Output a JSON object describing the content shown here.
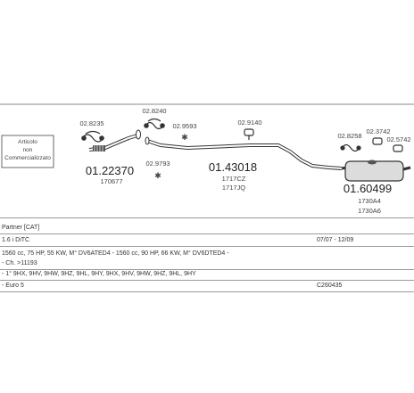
{
  "note_box": {
    "line1": "Articolo",
    "line2": "non",
    "line3": "Commercializzato"
  },
  "parts": {
    "clamp1": "02.8235",
    "pipe1_num": "01.22370",
    "pipe1_ref": "170677",
    "clamp2": "02.8240",
    "bolt1": "02.9593",
    "bolt2": "02.9793",
    "hanger1": "02.9140",
    "pipe2_num": "01.43018",
    "pipe2_ref1": "1717CZ",
    "pipe2_ref2": "1717JQ",
    "clamp3": "02.8258",
    "hanger2": "02.3742",
    "hanger3": "02.5742",
    "muffler_num": "01.60499",
    "muffler_ref1": "1730A4",
    "muffler_ref2": "1730A6"
  },
  "details": [
    {
      "left": "Partner  [CAT]",
      "right": ""
    },
    {
      "left": "1.6 i DiTC",
      "right": "07/07 - 12/09"
    },
    {
      "left": "1560 cc, 75 HP, 55 KW, M° DV6ATED4 - 1560 cc, 90 HP, 66 KW, M° DV6DTED4 -",
      "right": ""
    },
    {
      "left": "- Ch. >11193",
      "right": ""
    },
    {
      "left": "- 1° 9HX, 9HV, 9HW, 9HZ, 9HL, 9HY, 9HX, 9HV, 9HW, 9HZ, 9HL, 9HY",
      "right": ""
    },
    {
      "left": "- Euro 5",
      "right": "C260435"
    }
  ]
}
